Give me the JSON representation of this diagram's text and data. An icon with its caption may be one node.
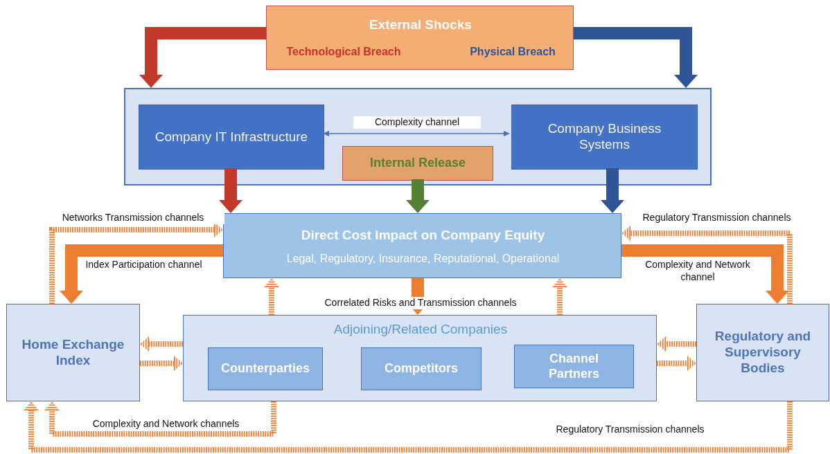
{
  "diagram": {
    "nodes": [
      {
        "text": [
          "External Shocks",
          "Technological Breach",
          "Physical Breach"
        ]
      },
      {
        "text": [],
        "shape": "box"
      },
      {
        "text": [
          "Company IT Infrastructure"
        ],
        "in": 1
      },
      {
        "text": [
          "Internal Release"
        ],
        "in": 1
      },
      {
        "text": [
          "Company Business Systems"
        ],
        "in": 1
      },
      {
        "text": [
          "Direct Cost Impact on Company Equity",
          "Legal, Regulatory, Insurance, Reputational, Operational"
        ]
      },
      {
        "text": [
          "Home Exchange Index"
        ]
      },
      {
        "text": [
          "Adjoining/Related Companies"
        ]
      },
      {
        "text": [
          "Counterparties"
        ],
        "in": 7
      },
      {
        "text": [
          "Competitors"
        ],
        "in": 7
      },
      {
        "text": [
          "Channel Partners"
        ],
        "in": 7
      },
      {
        "text": [
          "Regulatory and Supervisory Bodies"
        ]
      }
    ],
    "edges": [
      {
        "from": 0,
        "to": 1,
        "arrow": "to",
        "style": "thick",
        "color": "#c0392b"
      },
      {
        "from": 0,
        "to": 1,
        "arrow": "to",
        "style": "thick",
        "color": "#2f5597"
      },
      {
        "from": 2,
        "to": 4,
        "arrow": "both",
        "label": "Complexity channel",
        "color": "#4472c4"
      },
      {
        "from": 2,
        "to": 5,
        "arrow": "to",
        "style": "thick",
        "color": "#c0392b"
      },
      {
        "from": 3,
        "to": 5,
        "arrow": "to",
        "style": "thick",
        "color": "#548235"
      },
      {
        "from": 4,
        "to": 5,
        "arrow": "to",
        "style": "thick",
        "color": "#2f5597"
      },
      {
        "from": 6,
        "to": 5,
        "arrow": "to",
        "style": "dashed",
        "label": "Networks Transmission channels"
      },
      {
        "from": 5,
        "to": 6,
        "arrow": "to",
        "style": "thick",
        "label": "Index Participation channel"
      },
      {
        "from": 11,
        "to": 5,
        "arrow": "to",
        "style": "dashed",
        "label": "Regulatory Transmission channels"
      },
      {
        "from": 5,
        "to": 11,
        "arrow": "to",
        "style": "thick",
        "label": "Complexity and Network channel"
      },
      {
        "from": 5,
        "to": 7,
        "arrow": "to",
        "style": "thick",
        "label": "Correlated Risks and Transmission channels"
      },
      {
        "from": 7,
        "to": 5,
        "arrow": "to",
        "style": "dashed"
      },
      {
        "from": 7,
        "to": 5,
        "arrow": "to",
        "style": "dashed"
      },
      {
        "from": 7,
        "to": 6,
        "arrow": "to",
        "style": "dashed"
      },
      {
        "from": 6,
        "to": 7,
        "arrow": "to",
        "style": "dashed"
      },
      {
        "from": 11,
        "to": 7,
        "arrow": "to",
        "style": "dashed"
      },
      {
        "from": 7,
        "to": 11,
        "arrow": "to",
        "style": "dashed"
      },
      {
        "from": 7,
        "to": 6,
        "arrow": "to",
        "style": "dashed",
        "label": "Complexity and Network channels"
      },
      {
        "from": 11,
        "to": 6,
        "arrow": "to",
        "style": "dashed",
        "label": "Regulatory Transmission channels"
      }
    ]
  }
}
